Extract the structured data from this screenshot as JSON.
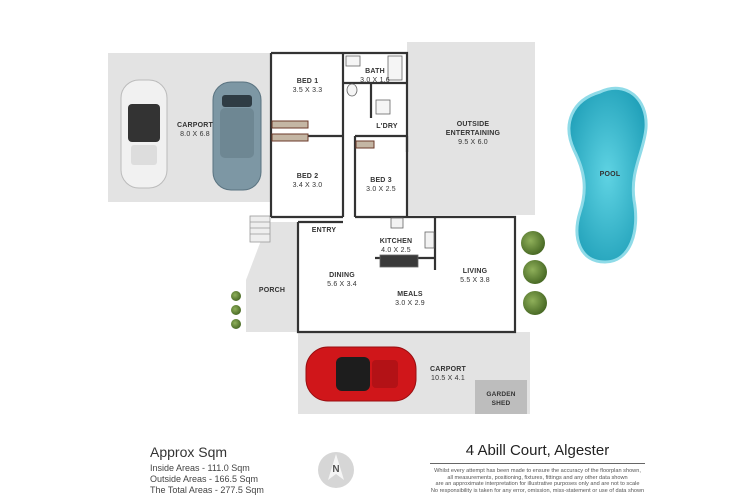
{
  "rooms": {
    "carport_left": {
      "name": "CARPORT",
      "dims": "8.0 X 6.8"
    },
    "bed1": {
      "name": "BED 1",
      "dims": "3.5 X 3.3"
    },
    "bath": {
      "name": "BATH",
      "dims": "3.0 X 1.6"
    },
    "ldry": {
      "name": "L'DRY",
      "dims": ""
    },
    "outside_entertaining": {
      "name": "OUTSIDE ENTERTAINING",
      "dims": "9.5 X 6.0"
    },
    "pool": {
      "name": "POOL",
      "dims": ""
    },
    "bed2": {
      "name": "BED 2",
      "dims": "3.4 X 3.0"
    },
    "bed3": {
      "name": "BED 3",
      "dims": "3.0 X 2.5"
    },
    "entry": {
      "name": "ENTRY",
      "dims": ""
    },
    "kitchen": {
      "name": "KITCHEN",
      "dims": "4.0 X 2.5"
    },
    "dining": {
      "name": "DINING",
      "dims": "5.6 X 3.4"
    },
    "living": {
      "name": "LIVING",
      "dims": "5.5 X 3.8"
    },
    "meals": {
      "name": "MEALS",
      "dims": "3.0 X 2.9"
    },
    "porch": {
      "name": "PORCH",
      "dims": ""
    },
    "carport_bottom": {
      "name": "CARPORT",
      "dims": "10.5 X 4.1"
    },
    "garden_shed": {
      "name": "GARDEN SHED",
      "dims": ""
    }
  },
  "summary": {
    "heading": "Approx Sqm",
    "inside": "Inside Areas - 111.0 Sqm",
    "outside": "Outside Areas - 166.5 Sqm",
    "total": "The Total Areas - 277.5 Sqm"
  },
  "address": "4 Abill Court, Algester",
  "disclaimer": [
    "Whilst every attempt has been made to ensure the accuracy of the floorplan shown,",
    "all measurements, positioning, fixtures, fittings and any other data shown",
    "are an approximate interpretation for illustrative purposes only and are not to scale",
    "No responsibility is taken for any error, omission, miss-statement or use of data shown"
  ],
  "compass_letter": "N",
  "colors": {
    "wall": "#333333",
    "outdoor_floor": "#e3e3e3",
    "pool_water": "#2bb7cf",
    "pool_edge": "#8fdbe8",
    "red_car": "#d0161a",
    "blue_car": "#7d97a4",
    "white_car": "#f1f1f1",
    "shrub": "#5b7f32"
  }
}
